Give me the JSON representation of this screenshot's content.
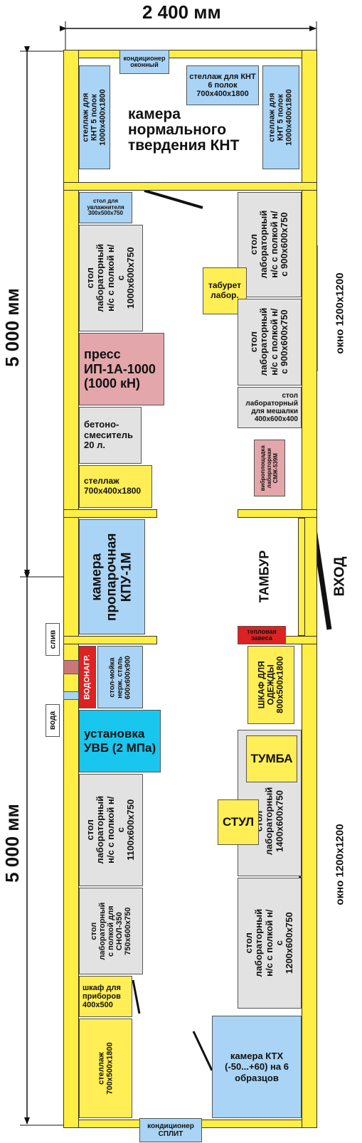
{
  "dimensions": {
    "width_label": "2 400 мм",
    "height_top_label": "5 000 мм",
    "height_bottom_label": "5 000 мм"
  },
  "rooms": {
    "knt_chamber": "камера нормального твердения КНТ",
    "tambur": "ТАМБУР",
    "entrance": "ВХОД"
  },
  "windows": {
    "upper": "окно 1200х1200",
    "lower": "окно 1200х1200"
  },
  "utilities": {
    "drain": "слив",
    "water": "вода"
  },
  "items": {
    "ac_window": "кондиционер оконный",
    "shelf_knt_left": "стеллаж для КНТ 5 полок 1000х400х1800",
    "shelf_knt_middle": "стеллаж для КНТ 6 полок 700х400х1800",
    "shelf_knt_right": "стеллаж для КНТ 5 полок 1000х400х1800",
    "table_humidifier": "стол для увлажнителя 300х500х750",
    "lab_table_left_1": "стол лабораторный н/с с полкой н/с 1000х600х750",
    "press": "пресс ИП-1А-1000 (1000 кН)",
    "concrete_mixer": "бетоно-смеситель 20 л.",
    "shelf_left": "стеллаж 700х400х1800",
    "lab_table_right_1": "стол лабораторный н/с с полкой н/с 900х600х750",
    "stool": "табурет лабор.",
    "lab_table_right_2": "стол лабораторный н/с с полкой н/с 900х600х750",
    "mixer_table": "стол лабораторный для мешалки 400х600х400",
    "vibro_platform": "виброплощадка лабораторная СМЖ-539М",
    "steam_chamber": "камера пропарочная КПУ-1М",
    "heat_curtain": "тепловая завеса",
    "water_heater": "ВОДОНАГР.",
    "sink_table": "стол-мойка нерж. сталь 600х600х900",
    "uvb_unit": "установка УВБ (2 МПа)",
    "wardrobe": "ШКАФ ДЛЯ ОДЕЖДЫ 800х500х1800",
    "cabinet": "ТУМБА",
    "chair": "СТУЛ",
    "lab_table_left_2": "стол лабораторный н/с с полкой н/с 1100х600х750",
    "lab_table_right_3": "стол лабораторный 1400х600х750",
    "lab_table_snol": "стол лабораторный с полкой для СНОЛ-350 750х600х750",
    "lab_table_right_4": "стол лабораторный н/с с полкой н/с 1200х600х750",
    "instrument_cabinet": "шкаф для приборов 400х500",
    "shelf_bottom": "стеллаж 700х500х1800",
    "ktx_chamber": "камера КТХ (-50...+60) на 6 образцов",
    "ac_split": "кондиционер СПЛИТ"
  },
  "colors": {
    "wall": "#ffee44",
    "gray_equipment": "#e2e2e2",
    "blue_equipment": "#a9d4f5",
    "yellow_equipment": "#ffee55",
    "pink_equipment": "#e3a6aa",
    "cyan_equipment": "#19c6ee",
    "red_equipment": "#dd2222"
  }
}
